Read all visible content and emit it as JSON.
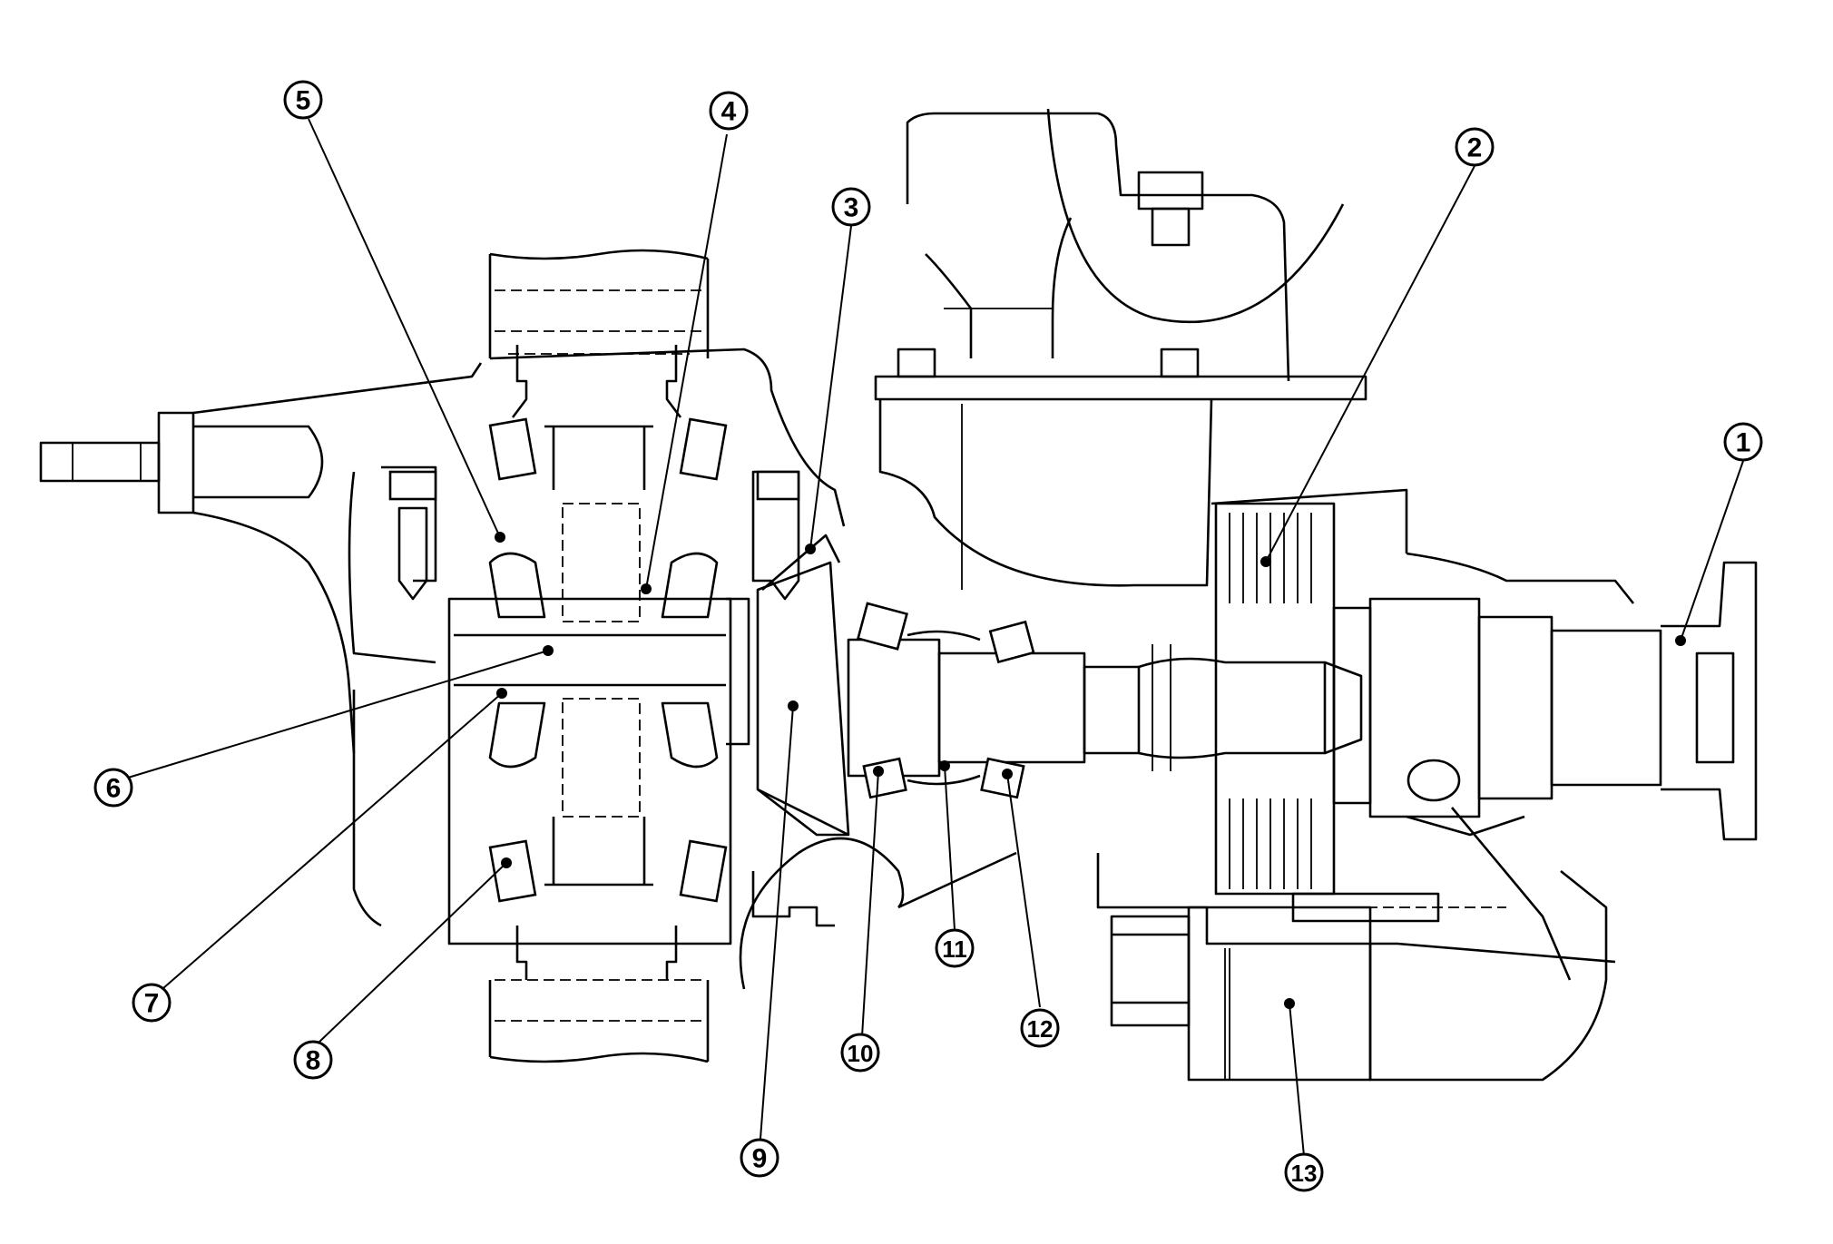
{
  "diagram": {
    "type": "cross-section technical illustration",
    "subject": "differential / drive unit assembly",
    "line_color": "#000000",
    "background": "#ffffff",
    "callouts": [
      {
        "id": "c1",
        "label": "1"
      },
      {
        "id": "c2",
        "label": "2"
      },
      {
        "id": "c3",
        "label": "3"
      },
      {
        "id": "c4",
        "label": "4"
      },
      {
        "id": "c5",
        "label": "5"
      },
      {
        "id": "c6",
        "label": "6"
      },
      {
        "id": "c7",
        "label": "7"
      },
      {
        "id": "c8",
        "label": "8"
      },
      {
        "id": "c9",
        "label": "9"
      },
      {
        "id": "c10",
        "label": "10"
      },
      {
        "id": "c11",
        "label": "11"
      },
      {
        "id": "c12",
        "label": "12"
      },
      {
        "id": "c13",
        "label": "13"
      }
    ]
  }
}
